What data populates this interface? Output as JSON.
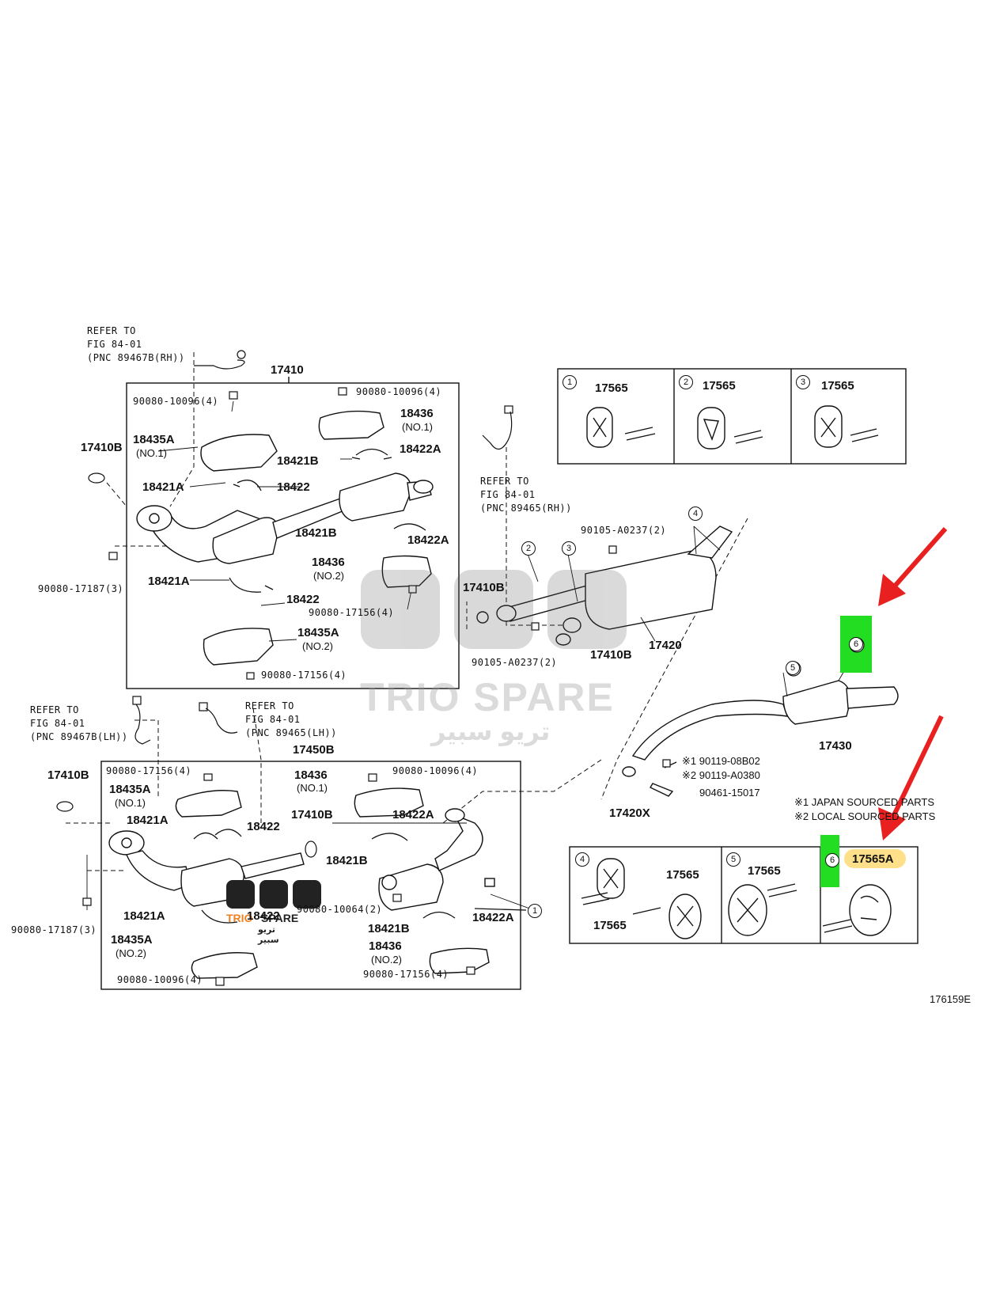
{
  "refer_rh_top": [
    "REFER TO",
    "FIG 84-01",
    "(PNC 89467B(RH))"
  ],
  "refer_rh_mid": [
    "REFER TO",
    "FIG 84-01",
    "(PNC 89465(RH))"
  ],
  "refer_lh_left": [
    "REFER TO",
    "FIG 84-01",
    "(PNC 89467B(LH))"
  ],
  "refer_lh_mid": [
    "REFER TO",
    "FIG 84-01",
    "(PNC 89465(LH))"
  ],
  "upper_assembly": {
    "title": "17410",
    "labels": {
      "bolt_top_left": "90080-10096(4)",
      "bolt_top_right": "90080-10096(4)",
      "p18436": "18436",
      "p18436_no": "(NO.1)",
      "p18435A": "18435A",
      "p18435A_no": "(NO.1)",
      "p18421B_1": "18421B",
      "p18422A_1": "18422A",
      "p18421A_1": "18421A",
      "p18422_1": "18422",
      "p18421B_2": "18421B",
      "p18422A_2": "18422A",
      "p18436b": "18436",
      "p18436b_no": "(NO.2)",
      "p18421A_2": "18421A",
      "p18422_2": "18422",
      "nut_mid": "90080-17156(4)",
      "p18435Ab": "18435A",
      "p18435Ab_no": "(NO.2)",
      "nut_bottom": "90080-17156(4)"
    }
  },
  "left_parts": {
    "gasket_upper": "17410B",
    "nut_upper": "90080-17187(3)",
    "gasket_lower": "17410B",
    "nut_lower": "90080-17187(3)"
  },
  "center_pipe": {
    "gasket_a": "17410B",
    "bolt_a": "90105-A0237(2)",
    "bolt_b": "90105-A0237(2)",
    "gasket_b": "17410B",
    "muffler": "17420",
    "callouts": [
      "2",
      "3",
      "4"
    ]
  },
  "lower_assembly": {
    "title": "17450B",
    "labels": {
      "nut_top_left": "90080-17156(4)",
      "p18436": "18436",
      "p18436_no": "(NO.1)",
      "bolt_top_right": "90080-10096(4)",
      "p18435A": "18435A",
      "p18435A_no": "(NO.1)",
      "p17410B": "17410B",
      "p18421A": "18421A",
      "p18422": "18422",
      "p18422A": "18422A",
      "p18421B": "18421B",
      "p18421A_2": "18421A",
      "p18422_2": "18422",
      "bolt_mid": "90080-10064(2)",
      "p18421B_2": "18421B",
      "p18422A_2": "18422A",
      "p18435A_2": "18435A",
      "p18435A_2_no": "(NO.2)",
      "p18436_2": "18436",
      "p18436_2_no": "(NO.2)",
      "bolt_bottom": "90080-10096(4)",
      "nut_bottom": "90080-17156(4)",
      "callout": "1"
    }
  },
  "tail_pipe": {
    "tail": "17430",
    "gasket": "17420X",
    "bolt1": "※1 90119-08B02",
    "bolt2": "※2 90119-A0380",
    "spring": "90461-15017",
    "callouts": [
      "5",
      "6"
    ]
  },
  "notes": [
    "※1 JAPAN SOURCED PARTS",
    "※2 LOCAL SOURCED PARTS"
  ],
  "hanger_box_top": [
    {
      "num": "1",
      "part": "17565"
    },
    {
      "num": "2",
      "part": "17565"
    },
    {
      "num": "3",
      "part": "17565"
    }
  ],
  "hanger_box_bottom": [
    {
      "num": "4",
      "parts": [
        "17565",
        "17565"
      ]
    },
    {
      "num": "5",
      "parts": [
        "17565"
      ]
    },
    {
      "num": "6",
      "parts": [
        "17565A"
      ]
    }
  ],
  "figure_id": "176159E",
  "watermark": {
    "line1": "TRIO SPARE",
    "line2": "تريو سبير",
    "small1": "TRIO",
    "small2": "SPARE",
    "small3": "تريو سبير"
  },
  "highlight_colors": {
    "green": "#22dd22",
    "yellow": "#ffe08a",
    "arrow": "#e82020"
  }
}
